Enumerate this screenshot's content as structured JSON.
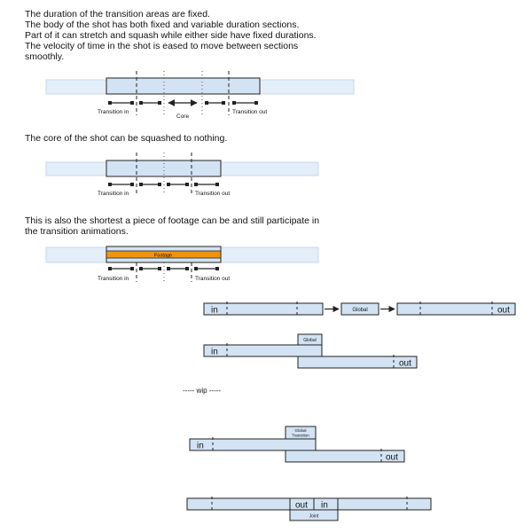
{
  "intro": {
    "lines": [
      "The duration of the transition areas are fixed.",
      "The body of the shot has both fixed and variable duration sections.",
      "Part of it can stretch and squash while either side have fixed durations.",
      "The velocity of time in the shot is eased to move between sections",
      "smoothly."
    ]
  },
  "diagram1": {
    "transition_in": "Transition in",
    "core": "Core",
    "transition_out": "Transition out"
  },
  "squash": {
    "text": "The core of the shot can be squashed to nothing.",
    "transition_in": "Transition in",
    "transition_out": "Transition out"
  },
  "shortest": {
    "lines": [
      "This is also the shortest a piece of footage can be and still participate in",
      "the transition animations."
    ],
    "footage": "Footage",
    "transition_in": "Transition in",
    "transition_out": "Transition out"
  },
  "global_flow": {
    "in": "in",
    "global": "Global",
    "out": "out"
  },
  "overlap": {
    "global": "Global",
    "in": "in",
    "out": "out"
  },
  "wip": "----- wip -----",
  "global_transition": {
    "global_line1": "Global",
    "global_line2": "Transition",
    "in": "in",
    "out": "out"
  },
  "joint": {
    "out": "out",
    "in": "in",
    "joint": "Joint"
  },
  "colors": {
    "bar_fill": "#d3e3f3",
    "track_fill": "#e4eef8",
    "footage": "#f0940f",
    "stroke": "#222222"
  }
}
